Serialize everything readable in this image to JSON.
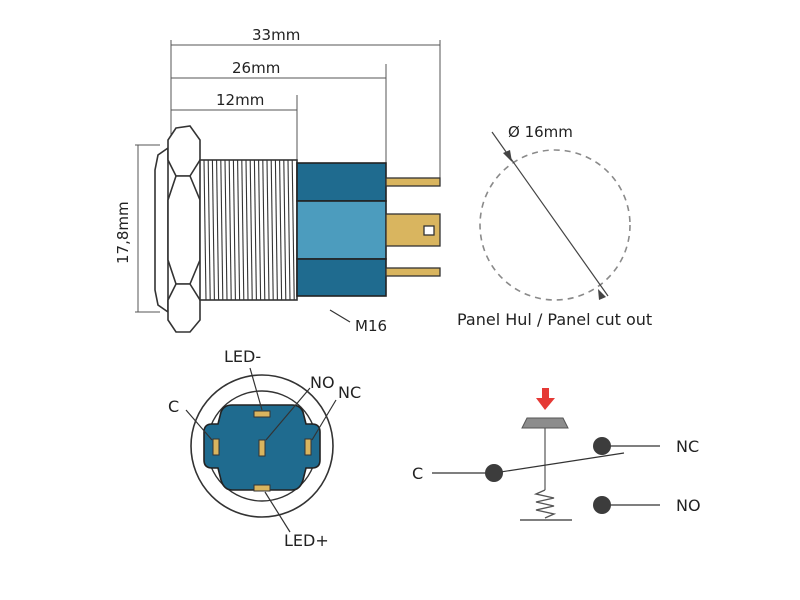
{
  "dimensions": {
    "overall_length": "33mm",
    "thread_to_pins": "26mm",
    "thread_length": "12mm",
    "head_height": "17,8mm",
    "thread_spec": "M16"
  },
  "cutout": {
    "diameter": "Ø 16mm",
    "caption": "Panel Hul / Panel cut out"
  },
  "pinout": {
    "led_minus": "LED-",
    "no": "NO",
    "nc": "NC",
    "c": "C",
    "led_plus": "LED+"
  },
  "schematic": {
    "c": "C",
    "nc": "NC",
    "no": "NO"
  },
  "colors": {
    "body_dark": "#1F6B8F",
    "body_light": "#4C9CBE",
    "pin_gold": "#D9B55F",
    "arrow_red": "#E53935",
    "line": "#333333"
  }
}
